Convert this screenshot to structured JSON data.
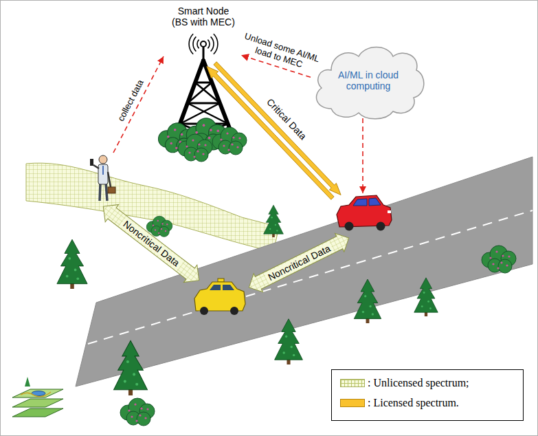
{
  "diagram": {
    "nodes": [
      {
        "text": [
          "Smart Node (BS with MEC)"
        ]
      },
      {
        "text": [
          "AI/ML in cloud computing"
        ]
      }
    ],
    "edges": [
      {
        "from": 1,
        "to": 0,
        "arrow": "to",
        "label": "Unload some AI/ML load to MEC"
      }
    ],
    "labels": [
      "collect data",
      "Critical Data",
      "Noncritical Data",
      "Noncritical Data"
    ],
    "legend": [
      {
        "text": ": Unlicensed spectrum;"
      },
      {
        "text": ": Licensed spectrum.",
        "color": "#f9c22e"
      }
    ]
  }
}
